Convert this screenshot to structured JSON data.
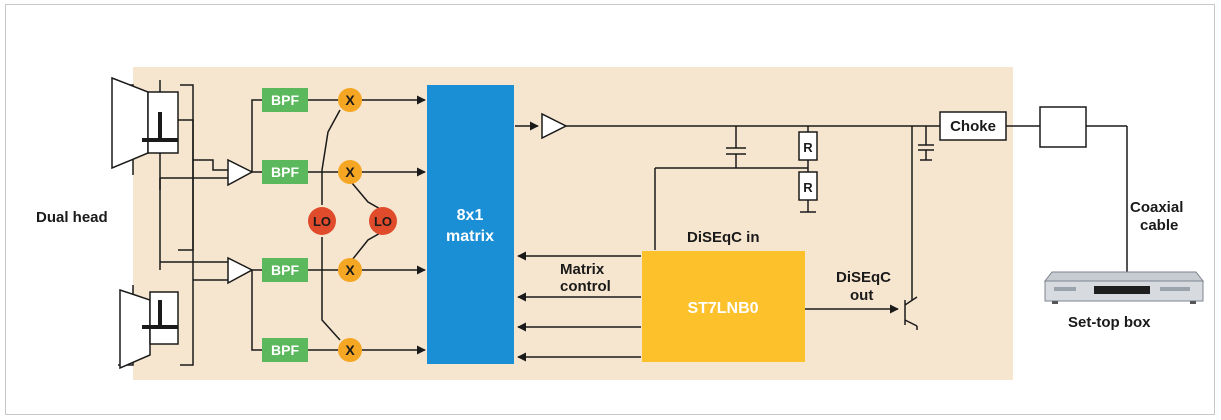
{
  "labels": {
    "dual_head": "Dual head",
    "bpf": "BPF",
    "mixer": "X",
    "lo": "LO",
    "matrix_line1": "8x1",
    "matrix_line2": "matrix",
    "diseqc_in": "DiSEqC in",
    "matrix_control_line1": "Matrix",
    "matrix_control_line2": "control",
    "st7lnb0": "ST7LNB0",
    "diseqc_out_line1": "DiSEqC",
    "diseqc_out_line2": "out",
    "resistor": "R",
    "choke": "Choke",
    "coaxial_line1": "Coaxial",
    "coaxial_line2": "cable",
    "set_top_box": "Set-top box"
  },
  "colors": {
    "background_panel": "#f7e6cf",
    "bpf": "#5cb85c",
    "mixer": "#f5a623",
    "lo": "#e04b2b",
    "matrix": "#1a8fd6",
    "st7lnb0": "#fcc12b",
    "line": "#1a1a1a"
  }
}
